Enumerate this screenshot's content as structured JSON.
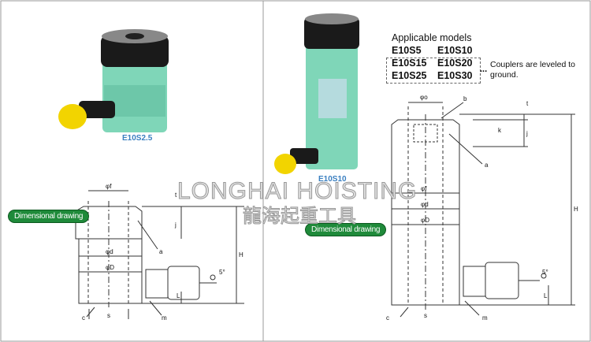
{
  "left": {
    "model_label": "E10S2.5",
    "dimensional_label": "Dimensional drawing",
    "dims": {
      "phi_f": "φf",
      "t": "t",
      "j": "j",
      "a": "a",
      "phi_d": "φd",
      "phi_D": "φD",
      "H": "H",
      "angle": "5°",
      "L": "L",
      "c": "c",
      "s": "s",
      "m": "m"
    }
  },
  "right": {
    "model_label": "E10S10",
    "dimensional_label": "Dimensional drawing",
    "applicable_title": "Applicable models",
    "models": [
      [
        "E10S5",
        "E10S10"
      ],
      [
        "E10S15",
        "E10S20"
      ],
      [
        "E10S25",
        "E10S30"
      ]
    ],
    "ellipsis": "...",
    "note": "Couplers are leveled to ground.",
    "dims": {
      "phi_o": "φo",
      "b": "b",
      "t": "t",
      "k": "k",
      "j": "j",
      "a": "a",
      "phi_f": "φf",
      "phi_d": "φd",
      "phi_D": "φD",
      "H": "H",
      "angle": "5°",
      "L": "L",
      "c": "c",
      "s": "s",
      "m": "m"
    }
  },
  "watermark": {
    "en": "LONGHAI HOISTING",
    "zh": "龍海起重工具"
  },
  "colors": {
    "cylinder": "#7fd6b8",
    "cap": "#1a1a1a",
    "coupler": "#f2d400",
    "badge": "#1f8a3a",
    "model_text": "#3a7fc0"
  }
}
